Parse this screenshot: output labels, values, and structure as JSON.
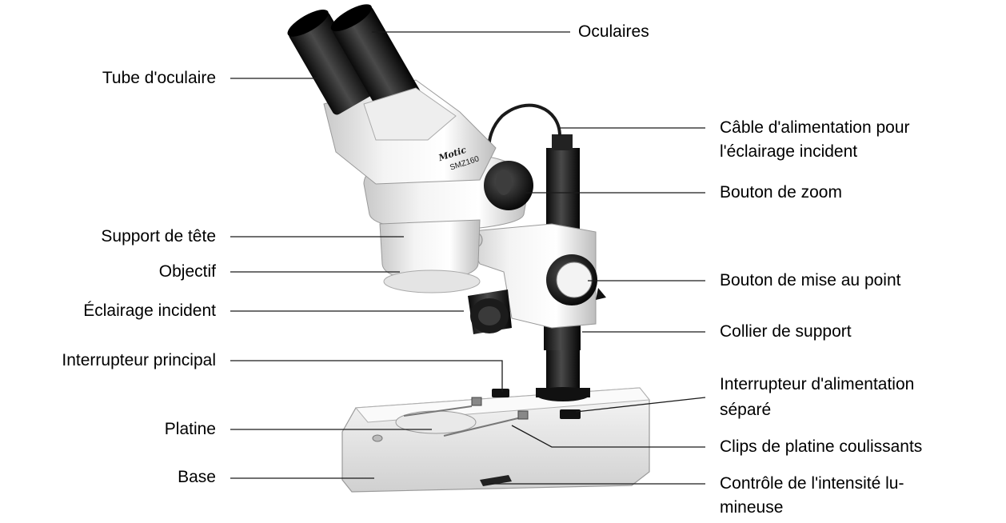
{
  "labels_left": {
    "tube": "Tube d'oculaire",
    "support_tete": "Support de tête",
    "objectif": "Objectif",
    "eclairage_incident": "Éclairage incident",
    "interrupteur_principal": "Interrupteur principal",
    "platine": "Platine",
    "base": "Base"
  },
  "labels_right": {
    "oculaires": "Oculaires",
    "cable_line1": "Câble d'alimentation pour",
    "cable_line2": "l'éclairage incident",
    "zoom": "Bouton de zoom",
    "mise_au_point": "Bouton de mise au point",
    "collier": "Collier de support",
    "interrupteur_separe_line1": "Interrupteur d'alimentation",
    "interrupteur_separe_line2": "séparé",
    "clips": "Clips de platine coulissants",
    "intensite_line1": "Contrôle de l'intensité lu-",
    "intensite_line2": "mineuse"
  },
  "product": {
    "brand": "Motic",
    "model": "SMZ160"
  }
}
